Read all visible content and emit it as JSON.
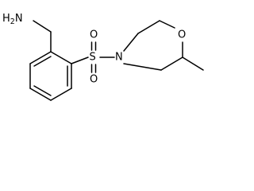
{
  "molecule": {
    "atoms": {
      "amine": {
        "element": "N",
        "hydrogens": "H",
        "hydrogen_count": "2"
      },
      "sulfur": {
        "element": "S"
      },
      "sulfonyl_o_top": {
        "element": "O"
      },
      "sulfonyl_o_bottom": {
        "element": "O"
      },
      "morpholine_n": {
        "element": "N"
      },
      "morpholine_o": {
        "element": "O"
      }
    }
  }
}
